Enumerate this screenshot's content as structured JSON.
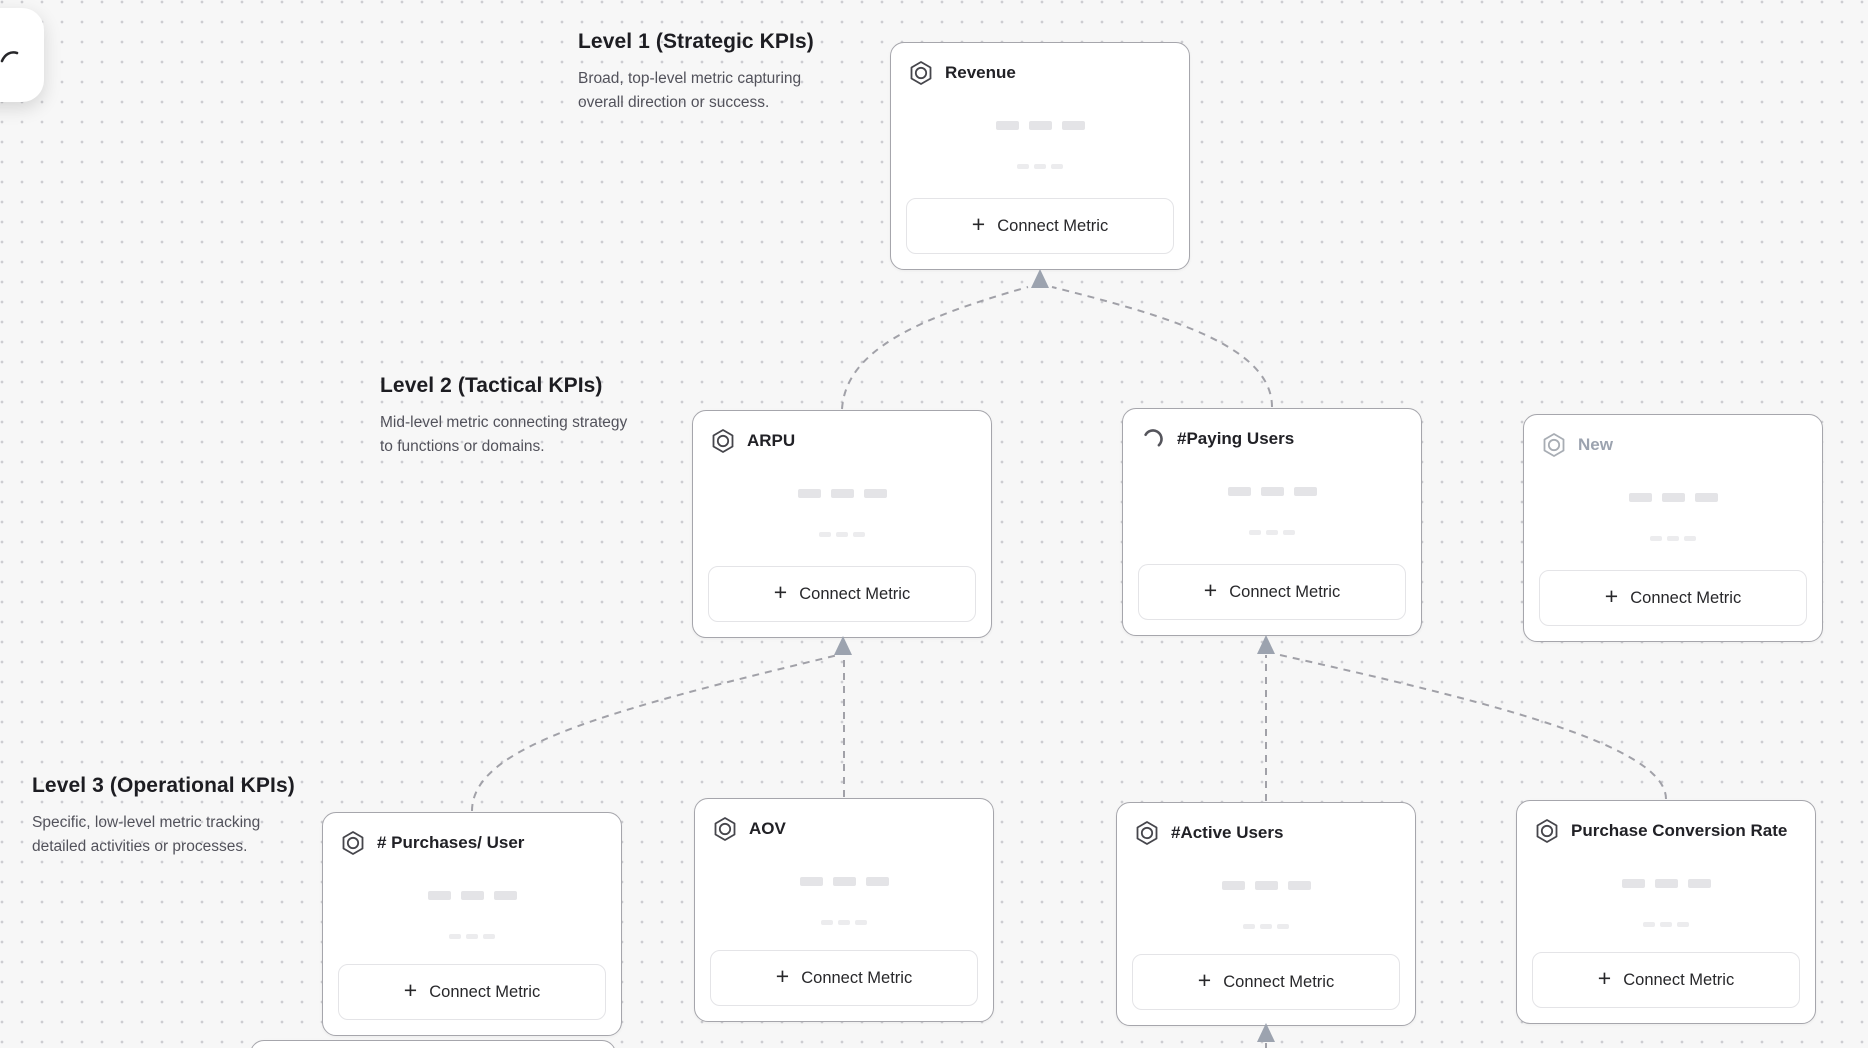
{
  "labels": {
    "connect_metric": "Connect Metric",
    "plus": "+"
  },
  "levels": [
    {
      "title": "Level 1 (Strategic KPIs)",
      "description": "Broad, top-level metric capturing overall direction or success."
    },
    {
      "title": "Level 2 (Tactical KPIs)",
      "description": "Mid-level metric connecting strategy to functions or domains."
    },
    {
      "title": "Level 3 (Operational KPIs)",
      "description": "Specific, low-level metric tracking detailed activities or processes."
    }
  ],
  "cards": [
    {
      "id": "revenue",
      "level": 1,
      "title": "Revenue",
      "icon": "hexagon-metric-icon"
    },
    {
      "id": "arpu",
      "level": 2,
      "title": "ARPU",
      "icon": "hexagon-metric-icon"
    },
    {
      "id": "paying-users",
      "level": 2,
      "title": "#Paying Users",
      "icon": "spinner-icon"
    },
    {
      "id": "new",
      "level": 2,
      "title": "New",
      "icon": "hexagon-metric-icon",
      "state": "draft"
    },
    {
      "id": "purchases-per-user",
      "level": 3,
      "title": "# Purchases/ User",
      "icon": "hexagon-metric-icon"
    },
    {
      "id": "aov",
      "level": 3,
      "title": "AOV",
      "icon": "hexagon-metric-icon"
    },
    {
      "id": "active-users",
      "level": 3,
      "title": "#Active Users",
      "icon": "hexagon-metric-icon"
    },
    {
      "id": "purchase-conversion-rate",
      "level": 3,
      "title": "Purchase Conversion Rate",
      "icon": "hexagon-metric-icon"
    }
  ],
  "colors": {
    "canvas_bg": "#f7f7f7",
    "dot": "#cdcdd1",
    "card_border": "#a6a6ac",
    "button_border": "#e4e4e7",
    "title_text": "#212126",
    "draft_title_text": "#9ca3af",
    "description_text": "#52525b",
    "connector": "#a1a1a8",
    "arrow": "#9ca3af"
  }
}
